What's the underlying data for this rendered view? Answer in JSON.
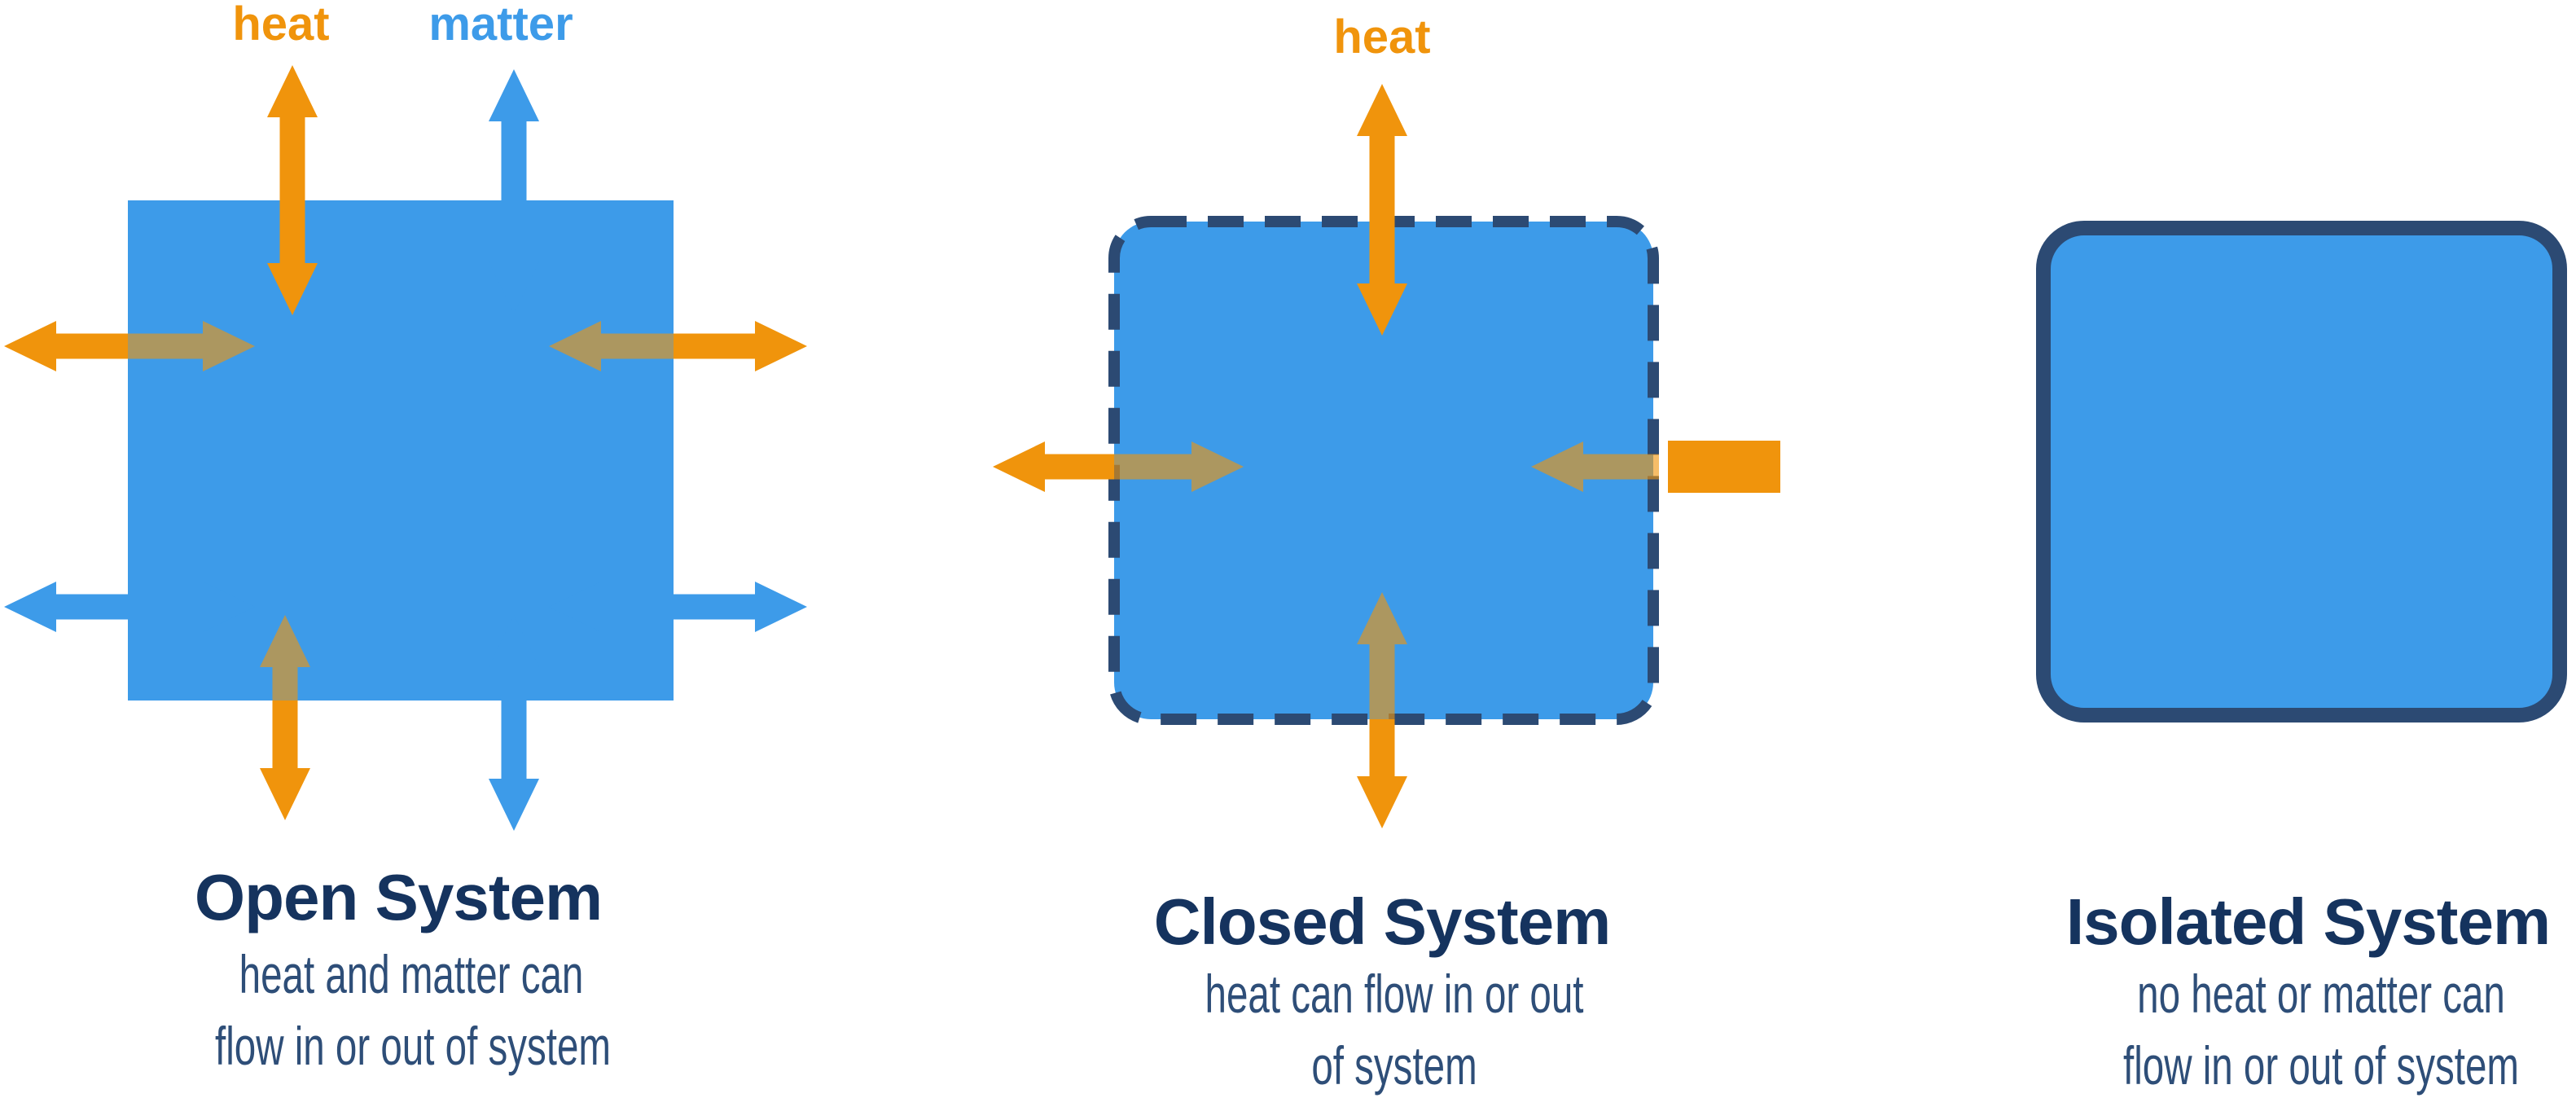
{
  "colors": {
    "blue": "#3D9BE9",
    "orange": "#F0940C",
    "navy_border": "#2C4A73",
    "title_navy": "#15335E",
    "caption_navy": "#2E4E78"
  },
  "labels": {
    "open_heat": "heat",
    "open_matter": "matter",
    "closed_heat": "heat"
  },
  "panels": {
    "open": {
      "title": "Open System",
      "caption1": "heat and matter can",
      "caption2": "flow in or out of system"
    },
    "closed": {
      "title": "Closed System",
      "caption1": "heat can flow in or out",
      "caption2": "of system"
    },
    "isolated": {
      "title": "Isolated System",
      "caption1": "no heat or matter can",
      "caption2": "flow in or out of system"
    }
  }
}
